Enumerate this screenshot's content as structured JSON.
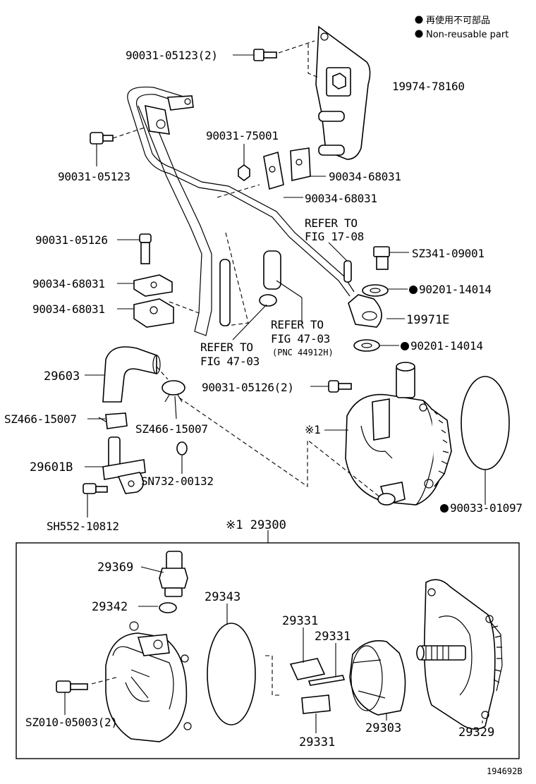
{
  "legend": {
    "line1": "再使用不可部品",
    "line2": "Non-reusable part"
  },
  "labels": {
    "l_90031_05123_2": "90031-05123(2)",
    "l_19974_78160": "19974-78160",
    "l_90031_05123": "90031-05123",
    "l_90031_75001": "90031-75001",
    "l_90034_68031_a": "90034-68031",
    "l_90034_68031_b": "90034-68031",
    "l_90031_05126": "90031-05126",
    "l_90034_68031_c": "90034-68031",
    "l_90034_68031_d": "90034-68031",
    "refer_17_08_a": "REFER TO",
    "refer_17_08_b": "FIG 17-08",
    "l_sz341_09001": "SZ341-09001",
    "l_90201_14014_a": "90201-14014",
    "l_19971e": "19971E",
    "refer_47_03_r_a": "REFER TO",
    "refer_47_03_r_b": "FIG 47-03",
    "refer_47_03_r_c": "(PNC 44912H)",
    "refer_47_03_l_a": "REFER TO",
    "refer_47_03_l_b": "FIG 47-03",
    "l_90201_14014_b": "90201-14014",
    "l_29603": "29603",
    "l_90031_05126_2": "90031-05126(2)",
    "l_sz466_15007_a": "SZ466-15007",
    "l_sz466_15007_b": "SZ466-15007",
    "l_ref1": "※1",
    "l_29601b": "29601B",
    "l_sn732_00132": "SN732-00132",
    "l_90033_01097": "90033-01097",
    "l_sh552_10812": "SH552-10812",
    "l_29300": "※1 29300",
    "l_29369": "29369",
    "l_29342": "29342",
    "l_29343": "29343",
    "l_29331_a": "29331",
    "l_29331_b": "29331",
    "l_29331_c": "29331",
    "l_29303": "29303",
    "l_29329": "29329",
    "l_sz010_05003_2": "SZ010-05003(2)"
  },
  "figure_id": "194692B",
  "colors": {
    "ink": "#000000",
    "paper": "#ffffff"
  },
  "icons": {
    "non_reusable_marker": "filled-circle-icon"
  }
}
